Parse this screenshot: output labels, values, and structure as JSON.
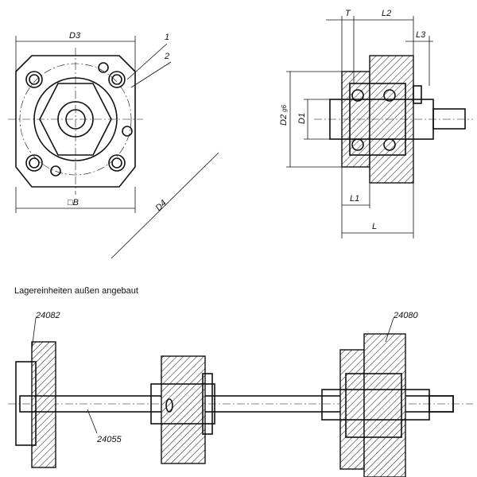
{
  "front_view": {
    "d3": "D3",
    "item1": "1",
    "item2": "2",
    "b": "□B",
    "d4": "D4"
  },
  "side_view": {
    "t": "T",
    "l2": "L2",
    "l3": "L3",
    "d2": "D2",
    "d2_tol": "g6",
    "d1": "D1",
    "l1": "L1",
    "l": "L"
  },
  "caption": "Lagereinheiten außen angebaut",
  "assembly": {
    "left_unit": "24082",
    "right_unit": "24080",
    "spindle": "24055"
  }
}
